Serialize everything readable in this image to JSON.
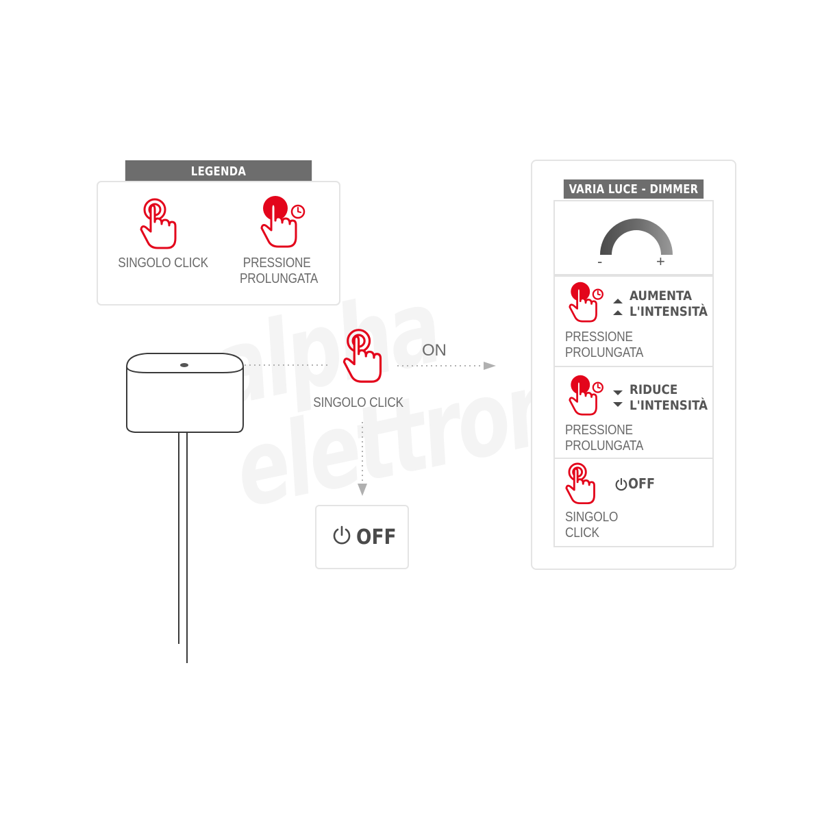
{
  "legend": {
    "title": "LEGENDA",
    "single_click": "SINGOLO CLICK",
    "long_press_line1": "PRESSIONE",
    "long_press_line2": "PROLUNGATA"
  },
  "flow": {
    "click_label": "SINGOLO CLICK",
    "on_label": "ON",
    "off_label": "OFF"
  },
  "dimmer": {
    "title": "VARIA LUCE - DIMMER",
    "gauge_minus": "-",
    "gauge_plus": "+",
    "increase_line1": "AUMENTA",
    "increase_line2": "L'INTENSITÀ",
    "increase_action_line1": "PRESSIONE",
    "increase_action_line2": "PROLUNGATA",
    "decrease_line1": "RIDUCE",
    "decrease_line2": "L'INTENSITÀ",
    "decrease_action_line1": "PRESSIONE",
    "decrease_action_line2": "PROLUNGATA",
    "off_label": "OFF",
    "off_action_line1": "SINGOLO",
    "off_action_line2": "CLICK"
  },
  "watermark": {
    "brand": "alpha elettronica",
    "registered": "®"
  },
  "colors": {
    "accent_red": "#e3051b",
    "title_gray": "#6d6d6d",
    "text_gray": "#6a6a6a",
    "border_gray": "#e4e4e4"
  }
}
